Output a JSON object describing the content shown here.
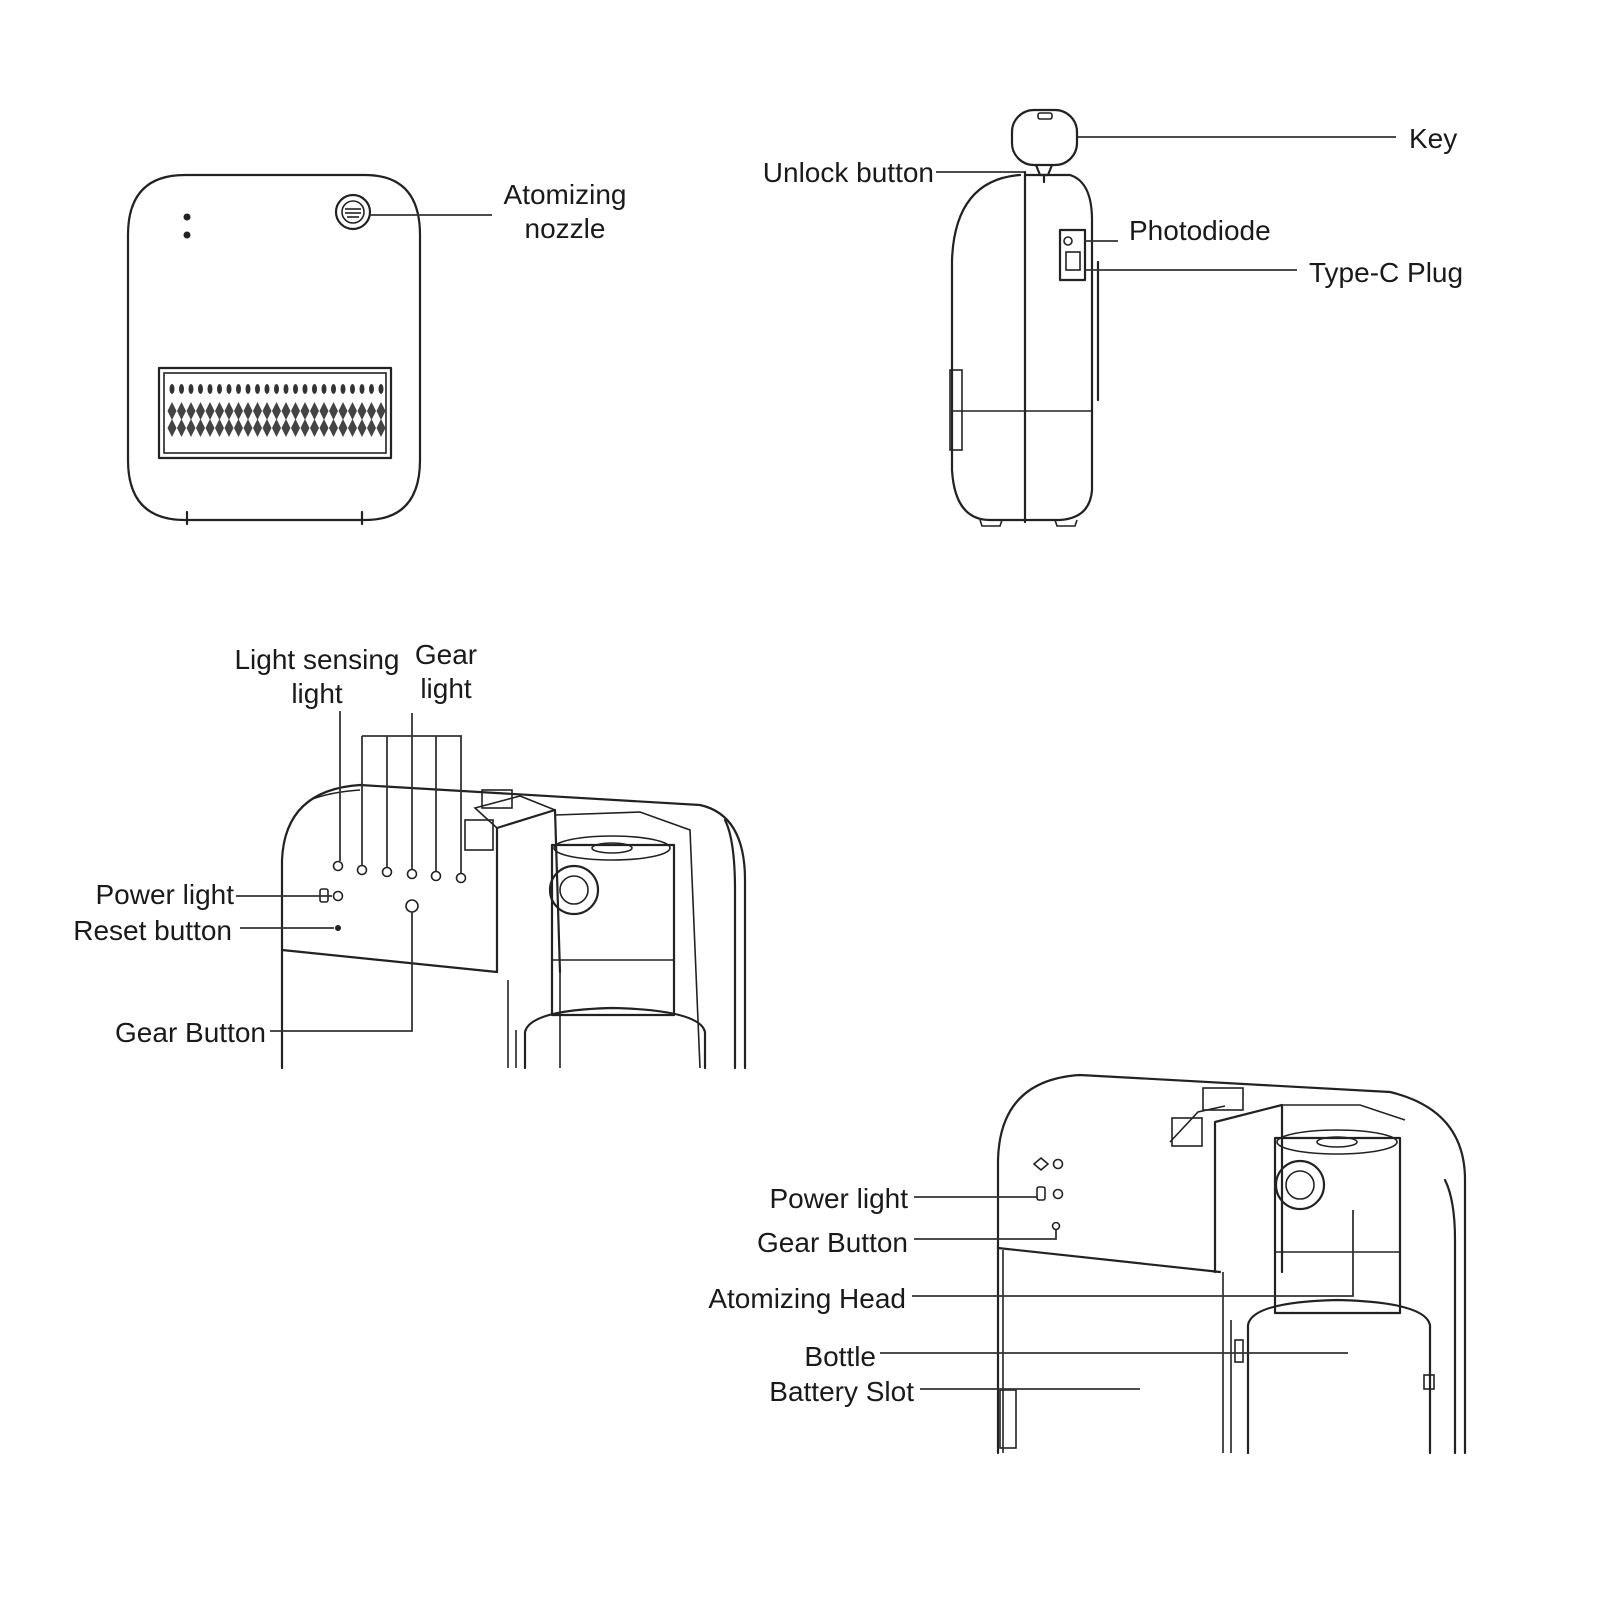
{
  "front_view": {
    "atomizing_nozzle": "Atomizing\nnozzle"
  },
  "side_view": {
    "unlock_button": "Unlock button",
    "key": "Key",
    "photodiode": "Photodiode",
    "type_c_plug": "Type-C Plug"
  },
  "control_panel": {
    "light_sensing_light": "Light sensing\nlight",
    "gear_light": "Gear\nlight",
    "power_light": "Power light",
    "reset_button": "Reset button",
    "gear_button": "Gear Button"
  },
  "internal_view": {
    "power_light": "Power light",
    "gear_button": "Gear Button",
    "atomizing_head": "Atomizing Head",
    "bottle": "Bottle",
    "battery_slot": "Battery Slot"
  }
}
